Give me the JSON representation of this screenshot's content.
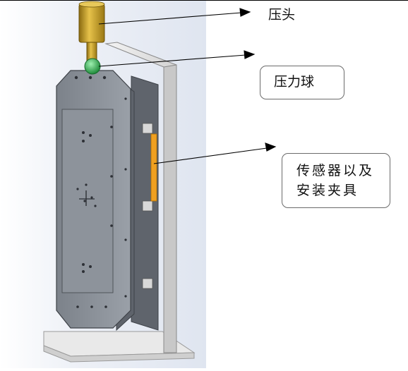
{
  "labels": {
    "indenter": "压头",
    "pressure_ball": "压力球",
    "sensor_fixture_line1": "传感器以及",
    "sensor_fixture_line2": "安装夹具"
  },
  "colors": {
    "indenter": "#c9a227",
    "pressure_ball": "#2fa84f",
    "plate_front": "#8f949c",
    "plate_side": "#5e636b",
    "frame": "#e4e4e4",
    "sensor_strip": "#f0a020",
    "background_panel": "#e9edf5"
  }
}
